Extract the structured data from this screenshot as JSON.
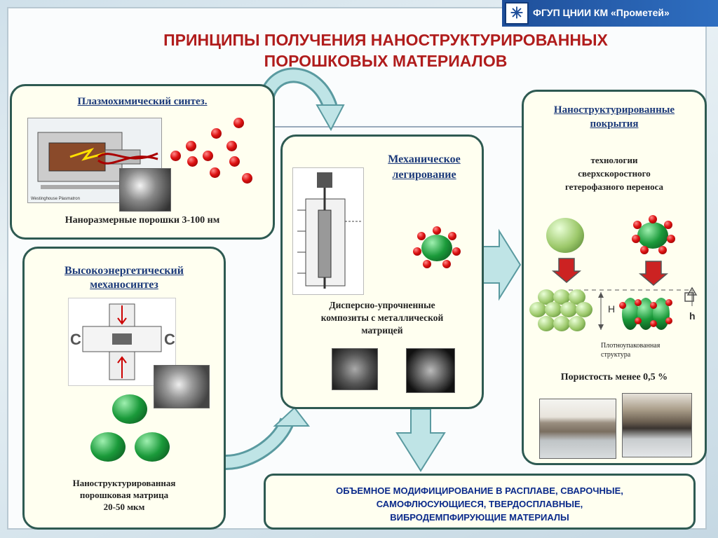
{
  "header": {
    "org": "ФГУП ЦНИИ КМ «Прометей»",
    "title_line1": "ПРИНЦИПЫ ПОЛУЧЕНИЯ НАНОСТРУКТУРИРОВАННЫХ",
    "title_line2": "ПОРОШКОВЫХ МАТЕРИАЛОВ"
  },
  "plasma": {
    "title": "Плазмохимический  синтез.",
    "caption": "Наноразмерные порошки 3-100 нм",
    "device_label": "Westinghouse Plasmatron"
  },
  "mechanosynthesis": {
    "title_line1": "Высокоэнергетический",
    "title_line2": "механосинтез",
    "caption_line1": "Наноструктурированная",
    "caption_line2": "порошковая матрица",
    "caption_line3": "20-50 мкм"
  },
  "alloying": {
    "title_line1": "Механическое",
    "title_line2": "легирование",
    "caption_line1": "Дисперсно-упрочненные",
    "caption_line2": "композиты с металлической",
    "caption_line3": "матрицей"
  },
  "coatings": {
    "title_line1": "Наноструктурированные",
    "title_line2": "покрытия",
    "tech_line1": "технологии",
    "tech_line2": "сверхскоростного",
    "tech_line3": "гетерофазного переноса",
    "label_H": "H",
    "label_h": "h",
    "structure_line1": "Плотноупакованная",
    "structure_line2": "структура",
    "porosity": "Пористость менее 0,5 %"
  },
  "bottom": {
    "line1": "ОБЪЕМНОЕ МОДИФИЦИРОВАНИЕ В РАСПЛАВЕ, СВАРОЧНЫЕ,",
    "line2": "САМОФЛЮСУЮЩИЕСЯ, ТВЕРДОСПЛАВНЫЕ,",
    "line3": "ВИБРОДЕМПФИРУЮЩИЕ МАТЕРИАЛЫ"
  },
  "colors": {
    "title_red": "#b01c1c",
    "panel_border": "#2e5a52",
    "arrow_teal": "#a8d8dc",
    "bottom_text": "#0a2a8a"
  }
}
